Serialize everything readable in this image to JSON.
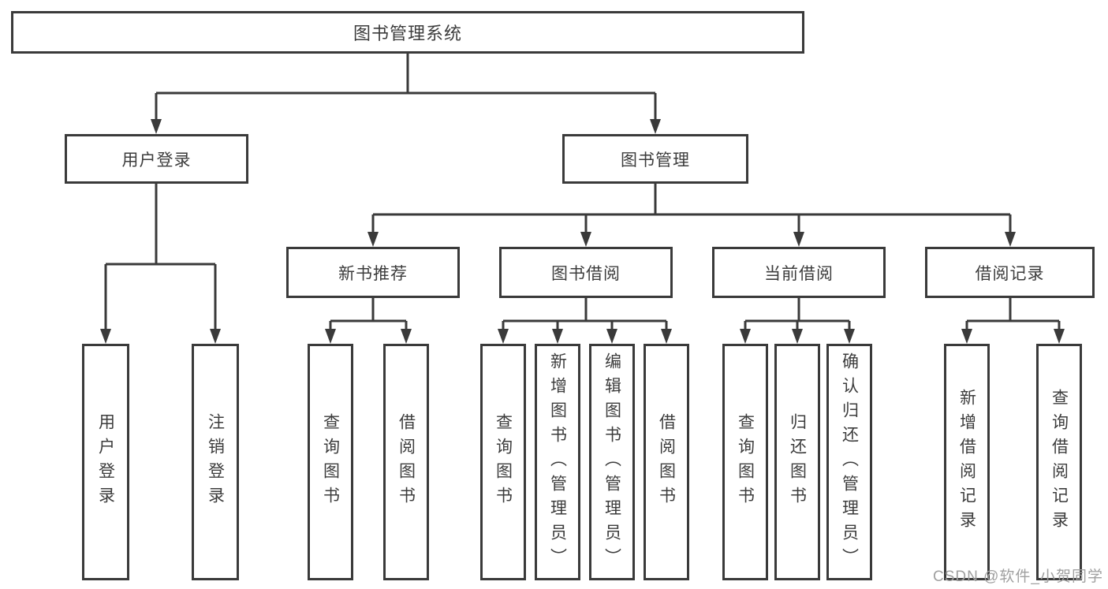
{
  "diagram": {
    "title": "图书管理系统",
    "watermark": "CSDN @软件_小贺同学",
    "colors": {
      "line": "#3a3a3a",
      "text": "#3c3c3c",
      "watermark": "#a0a0a0",
      "background": "#ffffff"
    },
    "nodes": {
      "root": "图书管理系统",
      "user_login": "用户登录",
      "book_mgmt": "图书管理",
      "new_book_rec": "新书推荐",
      "book_borrow": "图书借阅",
      "current_borrow": "当前借阅",
      "borrow_records": "借阅记录",
      "ul_login": "用户登录",
      "ul_logout": "注销登录",
      "nb_query": "查询图书",
      "nb_borrow": "借阅图书",
      "bb_query": "查询图书",
      "bb_add": "新增图书（管理员）",
      "bb_edit": "编辑图书（管理员）",
      "bb_borrow": "借阅图书",
      "cb_query": "查询图书",
      "cb_return": "归还图书",
      "cb_confirm": "确认归还（管理员）",
      "br_add": "新增借阅记录",
      "br_query": "查询借阅记录"
    },
    "hierarchy": {
      "图书管理系统": {
        "用户登录": [
          "用户登录",
          "注销登录"
        ],
        "图书管理": {
          "新书推荐": [
            "查询图书",
            "借阅图书"
          ],
          "图书借阅": [
            "查询图书",
            "新增图书（管理员）",
            "编辑图书（管理员）",
            "借阅图书"
          ],
          "当前借阅": [
            "查询图书",
            "归还图书",
            "确认归还（管理员）"
          ],
          "借阅记录": [
            "新增借阅记录",
            "查询借阅记录"
          ]
        }
      }
    }
  }
}
